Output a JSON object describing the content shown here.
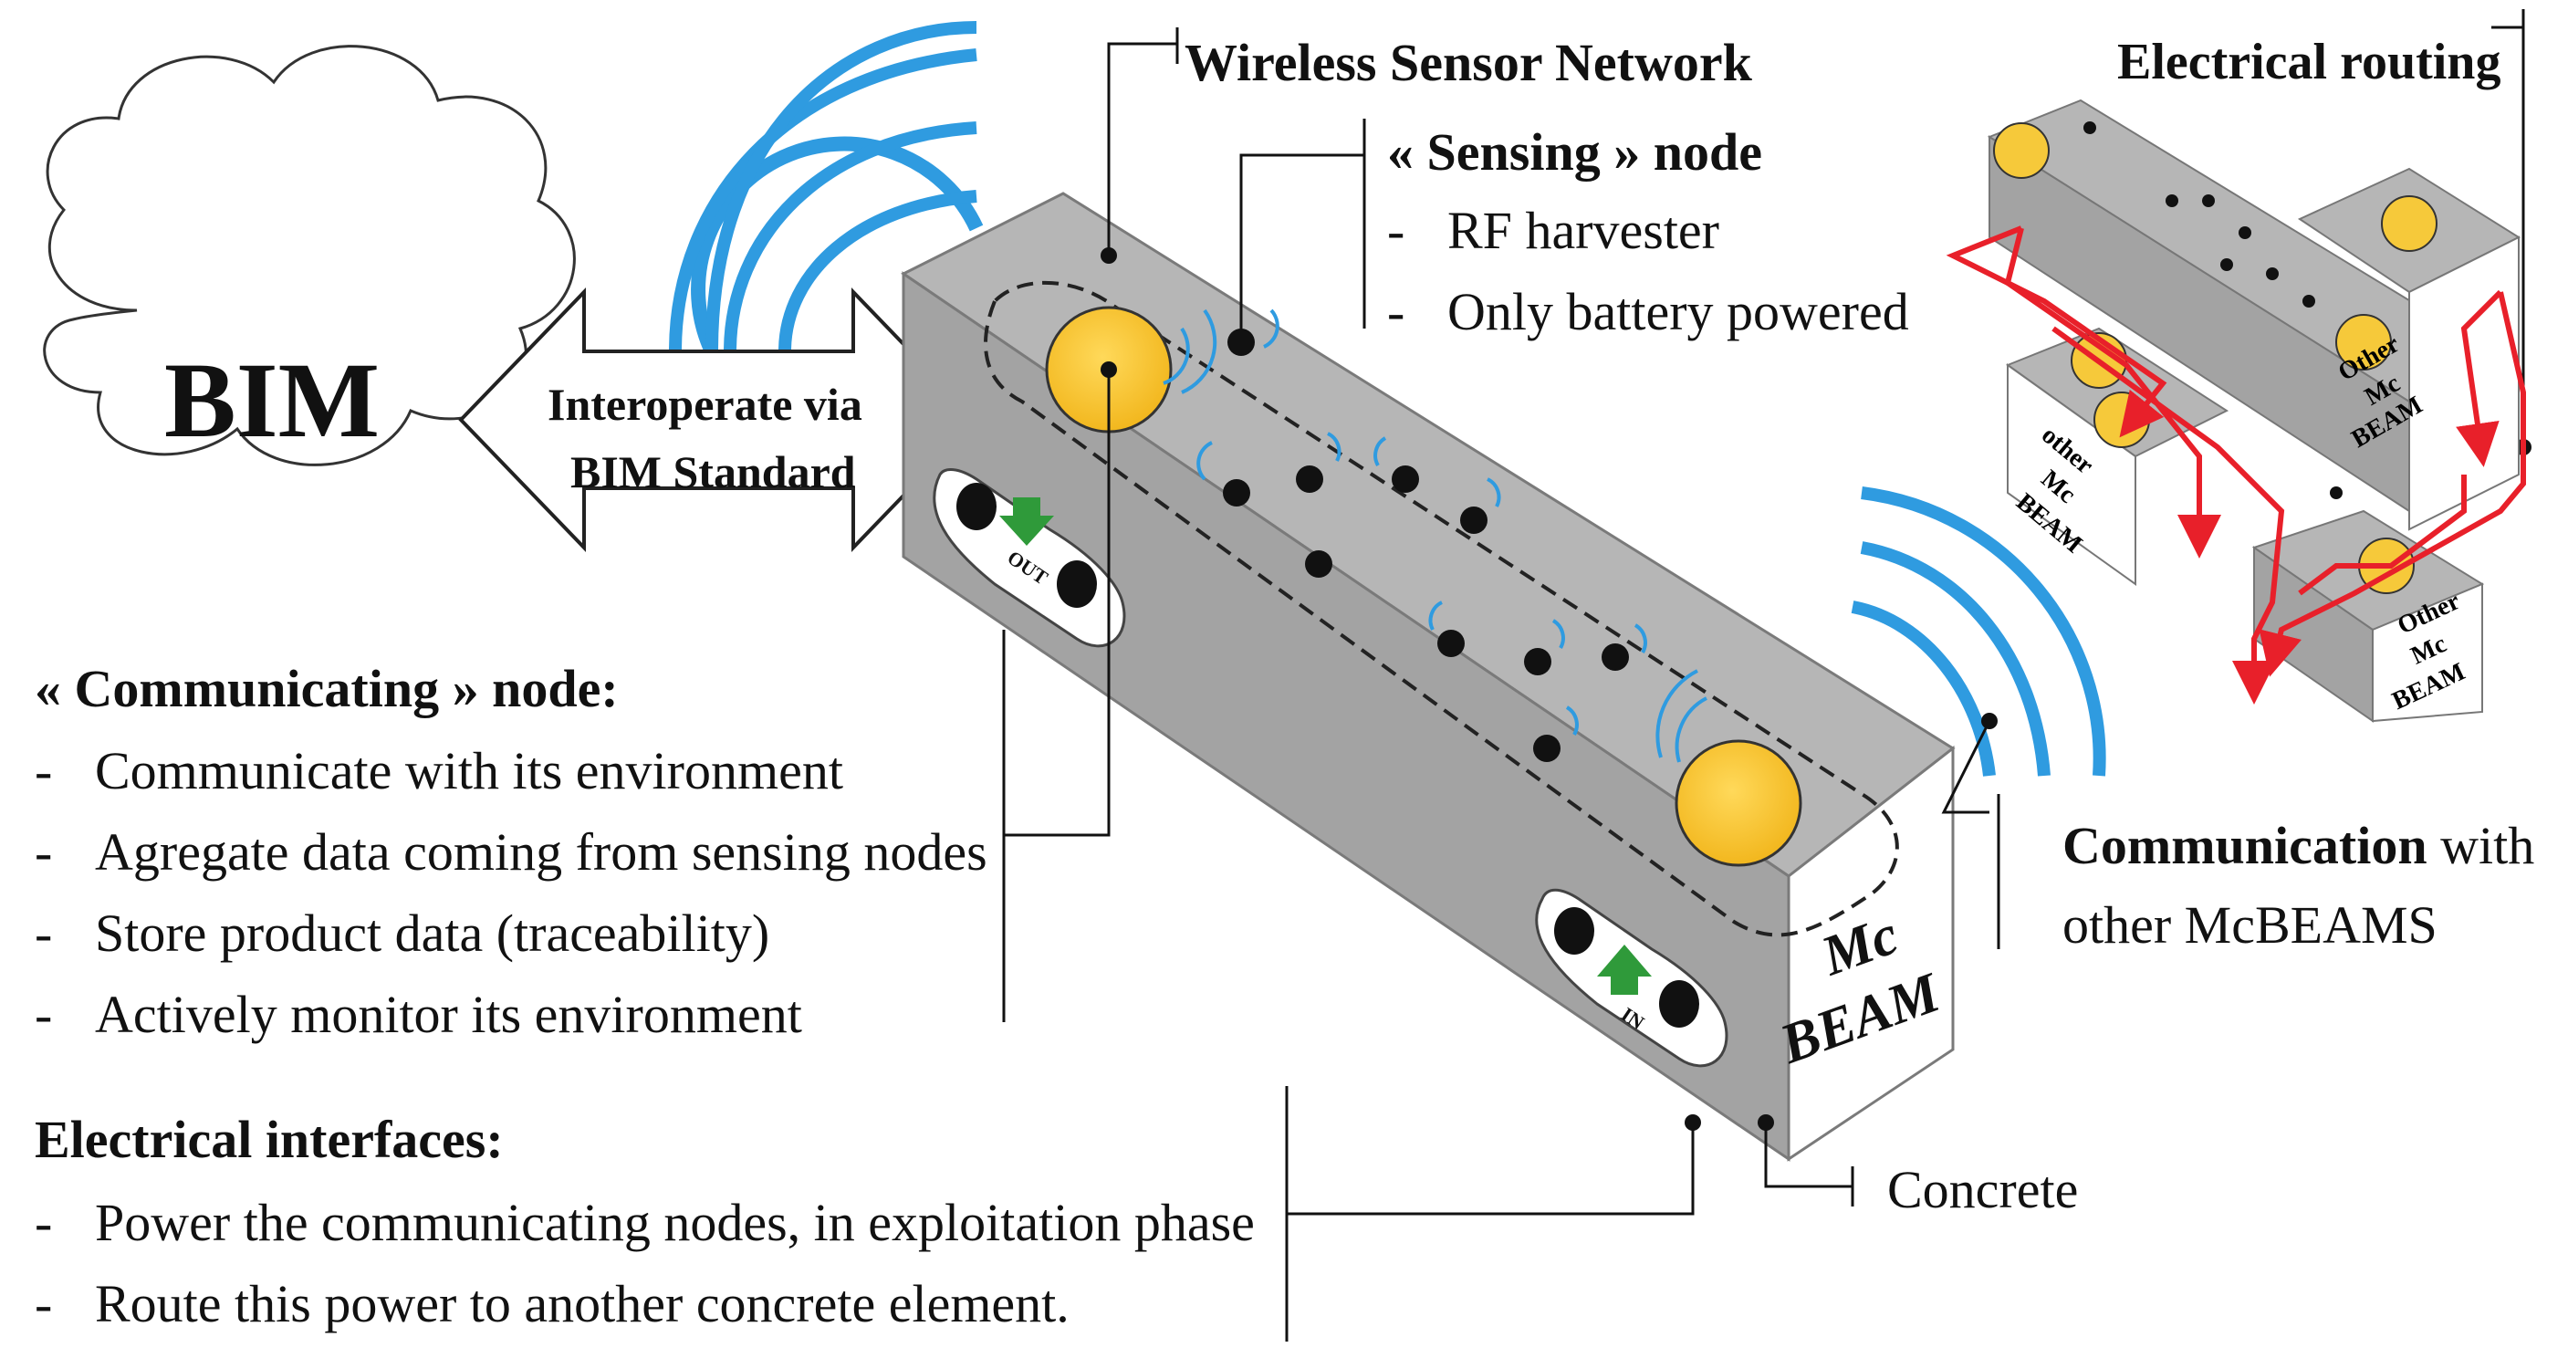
{
  "bim": {
    "title": "BIM",
    "arrow_line1": "Interoperate via",
    "arrow_line2": "BIM Standard"
  },
  "wsn": {
    "title": "Wireless Sensor Network",
    "sensing_title": "« Sensing » node",
    "sensing_items": [
      "RF harvester",
      "Only battery powered"
    ]
  },
  "communicating": {
    "title": "« Communicating » node:",
    "items": [
      "Communicate with its environment",
      "Agregate data coming from sensing nodes",
      "Store product data (traceability)",
      "Actively monitor its environment"
    ]
  },
  "electrical_interfaces": {
    "title": "Electrical interfaces:",
    "items": [
      "Power the communicating nodes, in exploitation phase",
      "Route this power to another concrete element."
    ]
  },
  "communication": {
    "bold": "Communication",
    "rest": " with",
    "line2": "other McBEAMS"
  },
  "concrete_label": "Concrete",
  "electrical_routing": "Electrical routing",
  "beam": {
    "label_line1": "Mc",
    "label_line2": "BEAM",
    "out_label": "OUT",
    "in_label": "IN"
  },
  "other_beams": [
    {
      "line1": "Other",
      "line2": "Mc",
      "line3": "BEAM"
    },
    {
      "line1": "other",
      "line2": "Mc",
      "line3": "BEAM"
    },
    {
      "line1": "Other",
      "line2": "Mc",
      "line3": "BEAM"
    }
  ],
  "colors": {
    "beam_top": "#b4b4b4",
    "beam_front": "#a2a2a2",
    "beam_end": "#ffffff",
    "sensor_yellow": "#f6c93a",
    "wifi_blue": "#2f9be0",
    "arrow_green": "#2f9a3a",
    "routing_red": "#e8202a"
  }
}
